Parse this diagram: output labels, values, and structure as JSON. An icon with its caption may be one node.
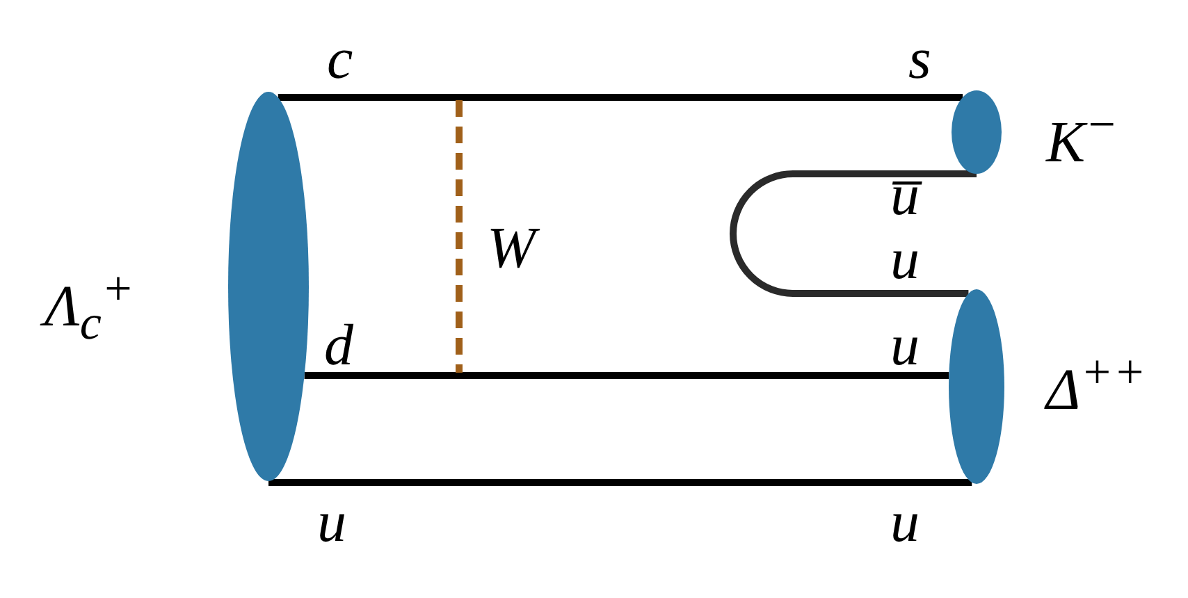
{
  "diagram": {
    "nodes": [
      {
        "text": [],
        "shape": "ellipse",
        "beside": [
          "Λ$_{c}$$^{+}$"
        ]
      },
      {
        "text": [],
        "shape": "ellipse",
        "beside": [
          "K$^{−}$"
        ]
      },
      {
        "text": [],
        "shape": "ellipse",
        "beside": [
          "Δ$^{++}$"
        ]
      }
    ],
    "edges": [
      {
        "from": 0,
        "to": 1,
        "arrow": "none"
      },
      {
        "from": 1,
        "to": 2,
        "arrow": "none",
        "color": "#2a2a2a"
      },
      {
        "from": 0,
        "to": 2,
        "arrow": "none"
      },
      {
        "from": 0,
        "to": 2,
        "arrow": "none"
      }
    ],
    "labels": [
      "c",
      "s",
      "u̅",
      "W",
      "u",
      "d",
      "u",
      "u",
      "u"
    ]
  }
}
